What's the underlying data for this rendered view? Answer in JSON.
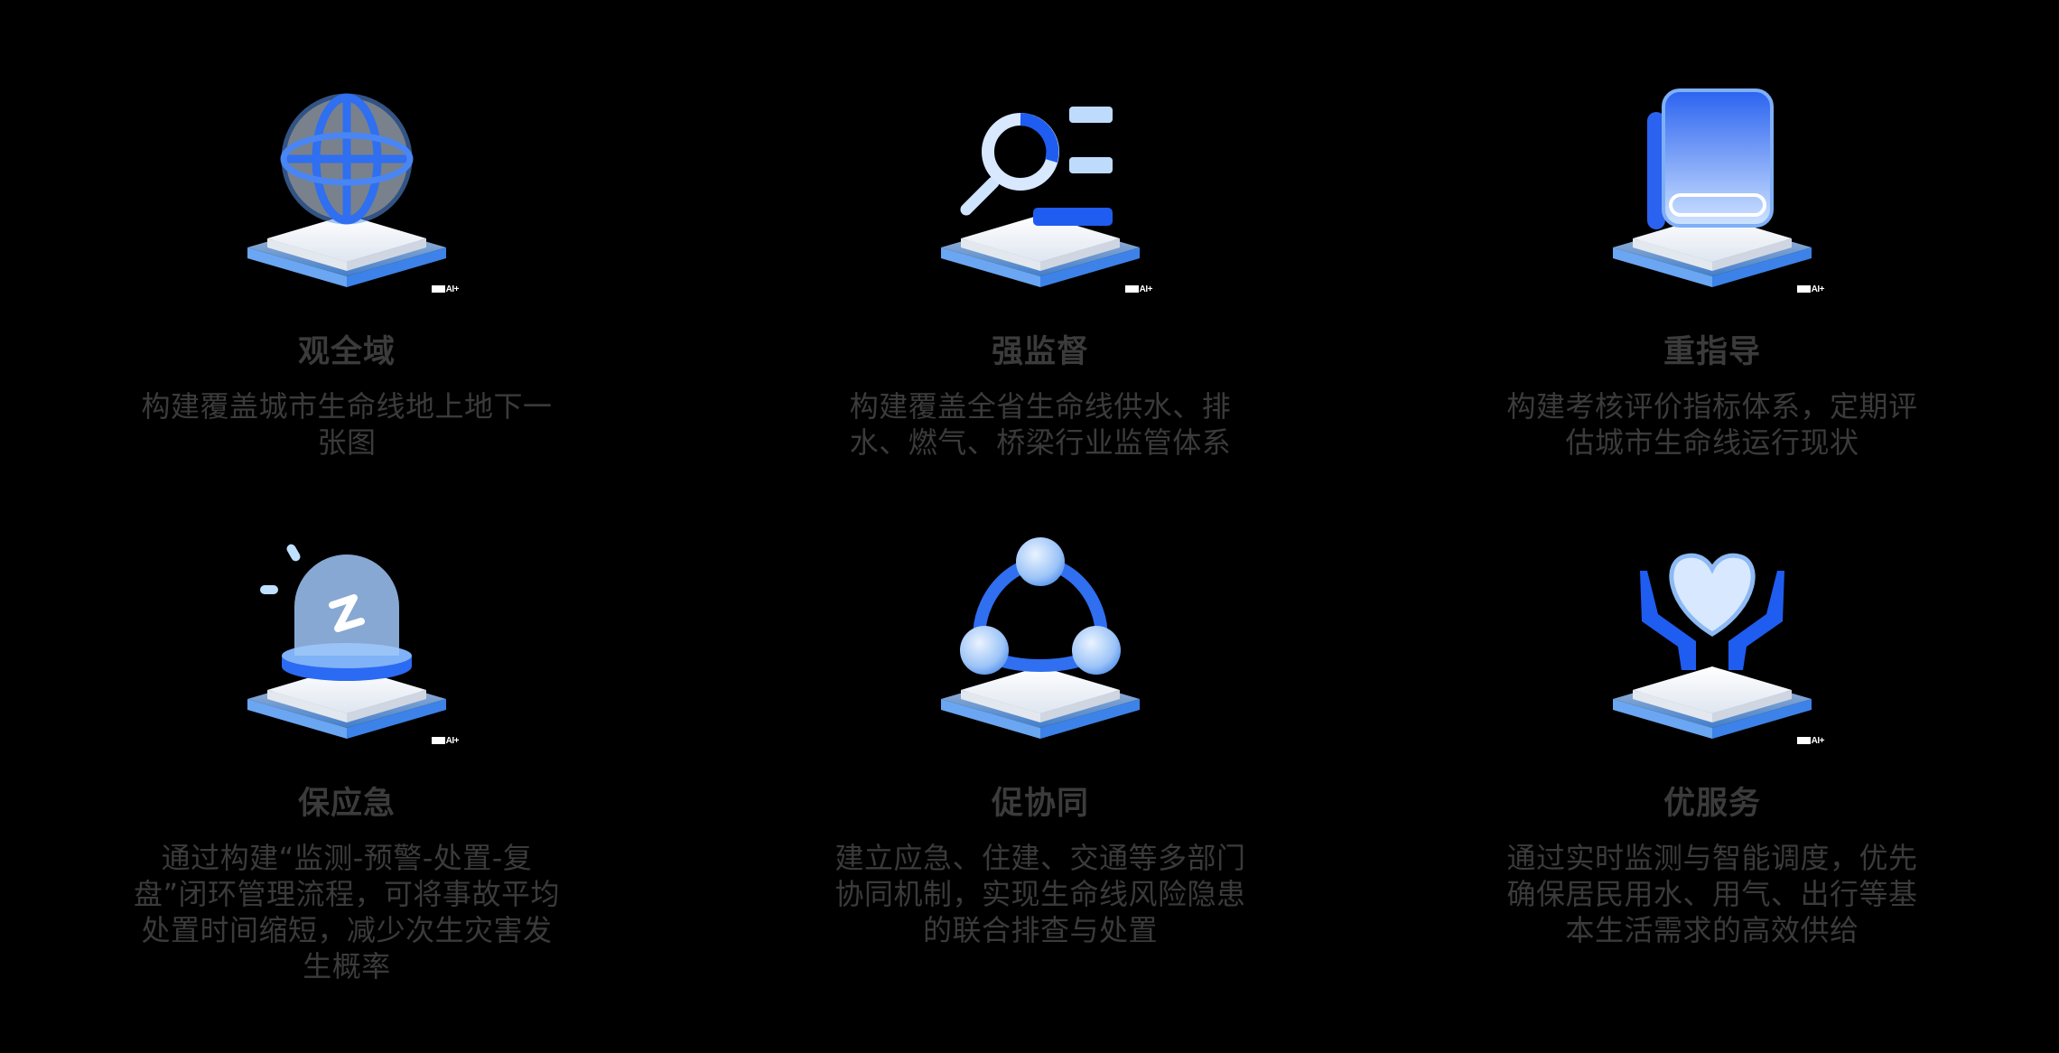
{
  "colors": {
    "background": "#000000",
    "text": "#3b3b3b",
    "glass_blue": "#1f5cf0",
    "glass_light": "#bcd8fb",
    "pedestal_white": "#f2f4f8",
    "watermark": "#ffffff"
  },
  "watermark": {
    "text": "AI+"
  },
  "cards": [
    {
      "icon": "globe-icon",
      "title": "观全域",
      "desc": "构建覆盖城市生命线地上地下一张图",
      "watermark": true
    },
    {
      "icon": "magnifier-checklist-icon",
      "title": "强监督",
      "desc": "构建覆盖全省生命线供水、排水、燃气、桥梁行业监管体系",
      "watermark": true
    },
    {
      "icon": "document-book-icon",
      "title": "重指导",
      "desc": "构建考核评价指标体系，定期评估城市生命线运行现状",
      "watermark": true
    },
    {
      "icon": "alarm-beacon-icon",
      "title": "保应急",
      "desc": "通过构建“监测-预警-处置-复盘”闭环管理流程，可将事故平均处置时间缩短，减少次生灾害发生概率",
      "watermark": true
    },
    {
      "icon": "network-nodes-icon",
      "title": "促协同",
      "desc": "建立应急、住建、交通等多部门协同机制，实现生命线风险隐患的联合排查与处置",
      "watermark": false
    },
    {
      "icon": "hands-heart-icon",
      "title": "优服务",
      "desc": "通过实时监测与智能调度，优先确保居民用水、用气、出行等基本生活需求的高效供给",
      "watermark": true
    }
  ]
}
